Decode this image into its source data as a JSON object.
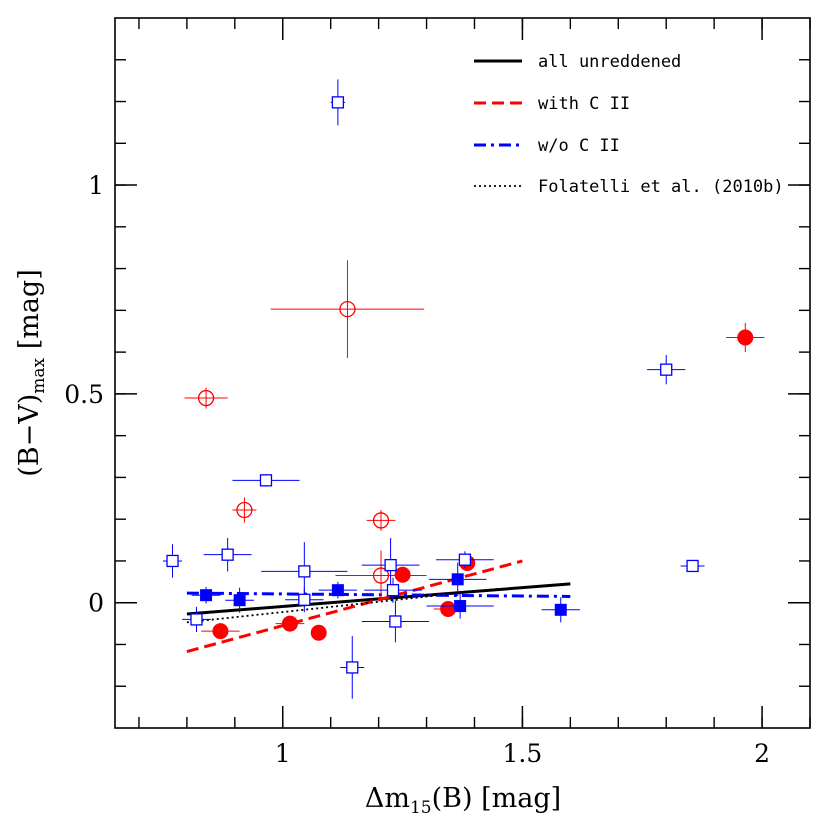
{
  "chart_data": {
    "type": "scatter",
    "xlim": [
      0.65,
      2.1
    ],
    "ylim": [
      -0.3,
      1.4
    ],
    "xlabel": {
      "main": "Δm",
      "sub": "15",
      "rest": "(B) [mag]"
    },
    "ylabel": {
      "main": "(B−V)",
      "sub": "max",
      "rest": " [mag]"
    },
    "xticks": [
      {
        "value": 1,
        "label": "1"
      },
      {
        "value": 1.5,
        "label": "1.5"
      },
      {
        "value": 2,
        "label": "2"
      }
    ],
    "yticks": [
      {
        "value": 0,
        "label": "0"
      },
      {
        "value": 0.5,
        "label": "0.5"
      },
      {
        "value": 1,
        "label": "1"
      }
    ],
    "x_minor_step": 0.1,
    "y_minor_step": 0.1,
    "legend_position": "top-right",
    "colors": {
      "red": "#ff0000",
      "blue": "#0000ff",
      "black": "#000000"
    },
    "legend": [
      {
        "label": "all unreddened",
        "style": "solid",
        "color": "#000000"
      },
      {
        "label": "with C II",
        "style": "dashed",
        "color": "#ff0000"
      },
      {
        "label": "w/o C II",
        "style": "dashdot",
        "color": "#0000ff"
      },
      {
        "label": "Folatelli et al. (2010b)",
        "style": "dotted",
        "color": "#000000"
      }
    ],
    "fit_lines": [
      {
        "name": "all unreddened",
        "style": "solid",
        "color": "#000000",
        "x": [
          0.8,
          1.6
        ],
        "y": [
          -0.027,
          0.045
        ]
      },
      {
        "name": "with C II",
        "style": "dashed",
        "color": "#ff0000",
        "x": [
          0.8,
          1.5
        ],
        "y": [
          -0.117,
          0.1
        ]
      },
      {
        "name": "w/o C II",
        "style": "dashdot",
        "color": "#0000ff",
        "x": [
          0.8,
          1.6
        ],
        "y": [
          0.023,
          0.015
        ]
      },
      {
        "name": "Folatelli et al. (2010b)",
        "style": "dotted",
        "color": "#000000",
        "x": [
          0.8,
          1.45
        ],
        "y": [
          -0.047,
          0.033
        ]
      }
    ],
    "series": [
      {
        "marker": "filled-circle",
        "color": "#ff0000",
        "points": [
          {
            "x": 0.87,
            "y": -0.068,
            "xerr": 0.04,
            "yerr": 0.015
          },
          {
            "x": 1.015,
            "y": -0.05,
            "xerr": 0.03,
            "yerr": 0.015
          },
          {
            "x": 1.075,
            "y": -0.072,
            "xerr": 0.0,
            "yerr": 0.0
          },
          {
            "x": 1.25,
            "y": 0.067,
            "xerr": 0.0,
            "yerr": 0.0
          },
          {
            "x": 1.345,
            "y": -0.015,
            "xerr": 0.03,
            "yerr": 0.01
          },
          {
            "x": 1.385,
            "y": 0.095,
            "xerr": 0.0,
            "yerr": 0.0
          },
          {
            "x": 1.965,
            "y": 0.635,
            "xerr": 0.04,
            "yerr": 0.035
          }
        ]
      },
      {
        "marker": "open-circle",
        "color": "#ff0000",
        "points": [
          {
            "x": 0.84,
            "y": 0.49,
            "xerr": 0.045,
            "yerr": 0.025
          },
          {
            "x": 0.92,
            "y": 0.222,
            "xerr": 0.025,
            "yerr": 0.03
          },
          {
            "x": 1.135,
            "y": 0.703,
            "xerr": 0.16,
            "yerr": 0.117
          },
          {
            "x": 1.205,
            "y": 0.197,
            "xerr": 0.03,
            "yerr": 0.025
          },
          {
            "x": 1.205,
            "y": 0.065,
            "xerr": 0.095,
            "yerr": 0.06
          }
        ]
      },
      {
        "marker": "filled-square",
        "color": "#0000ff",
        "points": [
          {
            "x": 0.84,
            "y": 0.018,
            "xerr": 0.03,
            "yerr": 0.02
          },
          {
            "x": 0.91,
            "y": 0.006,
            "xerr": 0.03,
            "yerr": 0.03
          },
          {
            "x": 1.115,
            "y": 0.03,
            "xerr": 0.04,
            "yerr": 0.02
          },
          {
            "x": 1.365,
            "y": 0.056,
            "xerr": 0.06,
            "yerr": 0.04
          },
          {
            "x": 1.37,
            "y": -0.008,
            "xerr": 0.07,
            "yerr": 0.03
          },
          {
            "x": 1.58,
            "y": -0.017,
            "xerr": 0.04,
            "yerr": 0.03
          }
        ]
      },
      {
        "marker": "open-square",
        "color": "#0000ff",
        "points": [
          {
            "x": 0.77,
            "y": 0.1,
            "xerr": 0.02,
            "yerr": 0.04
          },
          {
            "x": 0.82,
            "y": -0.04,
            "xerr": 0.03,
            "yerr": 0.03
          },
          {
            "x": 0.885,
            "y": 0.115,
            "xerr": 0.05,
            "yerr": 0.04
          },
          {
            "x": 0.965,
            "y": 0.293,
            "xerr": 0.07,
            "yerr": 0.015
          },
          {
            "x": 1.045,
            "y": 0.075,
            "xerr": 0.09,
            "yerr": 0.07
          },
          {
            "x": 1.045,
            "y": 0.007,
            "xerr": 0.04,
            "yerr": 0.03
          },
          {
            "x": 1.115,
            "y": 1.198,
            "xerr": 0.015,
            "yerr": 0.055
          },
          {
            "x": 1.145,
            "y": -0.155,
            "xerr": 0.025,
            "yerr": 0.075
          },
          {
            "x": 1.225,
            "y": 0.09,
            "xerr": 0.06,
            "yerr": 0.065
          },
          {
            "x": 1.23,
            "y": 0.03,
            "xerr": 0.06,
            "yerr": 0.03
          },
          {
            "x": 1.235,
            "y": -0.045,
            "xerr": 0.07,
            "yerr": 0.05
          },
          {
            "x": 1.38,
            "y": 0.103,
            "xerr": 0.06,
            "yerr": 0.02
          },
          {
            "x": 1.8,
            "y": 0.558,
            "xerr": 0.04,
            "yerr": 0.035
          },
          {
            "x": 1.855,
            "y": 0.088,
            "xerr": 0.025,
            "yerr": 0.01
          }
        ]
      }
    ]
  }
}
